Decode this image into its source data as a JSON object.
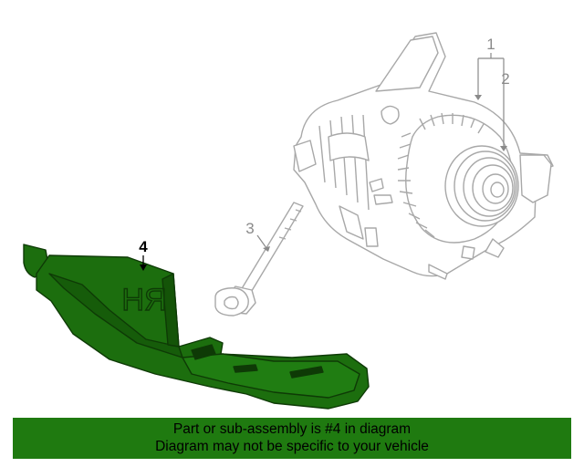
{
  "callouts": {
    "alternator": "1",
    "pulley": "2",
    "bolt": "3",
    "shield": "4"
  },
  "shield_marking": "RH",
  "colors": {
    "highlight_part": "#1c6e0e",
    "banner_bg": "#1f7a10",
    "line_gray": "#a8a8a8",
    "callout_black": "#000000"
  },
  "banner": {
    "line1": "Part or sub-assembly is #4 in diagram",
    "line2": "Diagram may not be specific to your vehicle"
  }
}
